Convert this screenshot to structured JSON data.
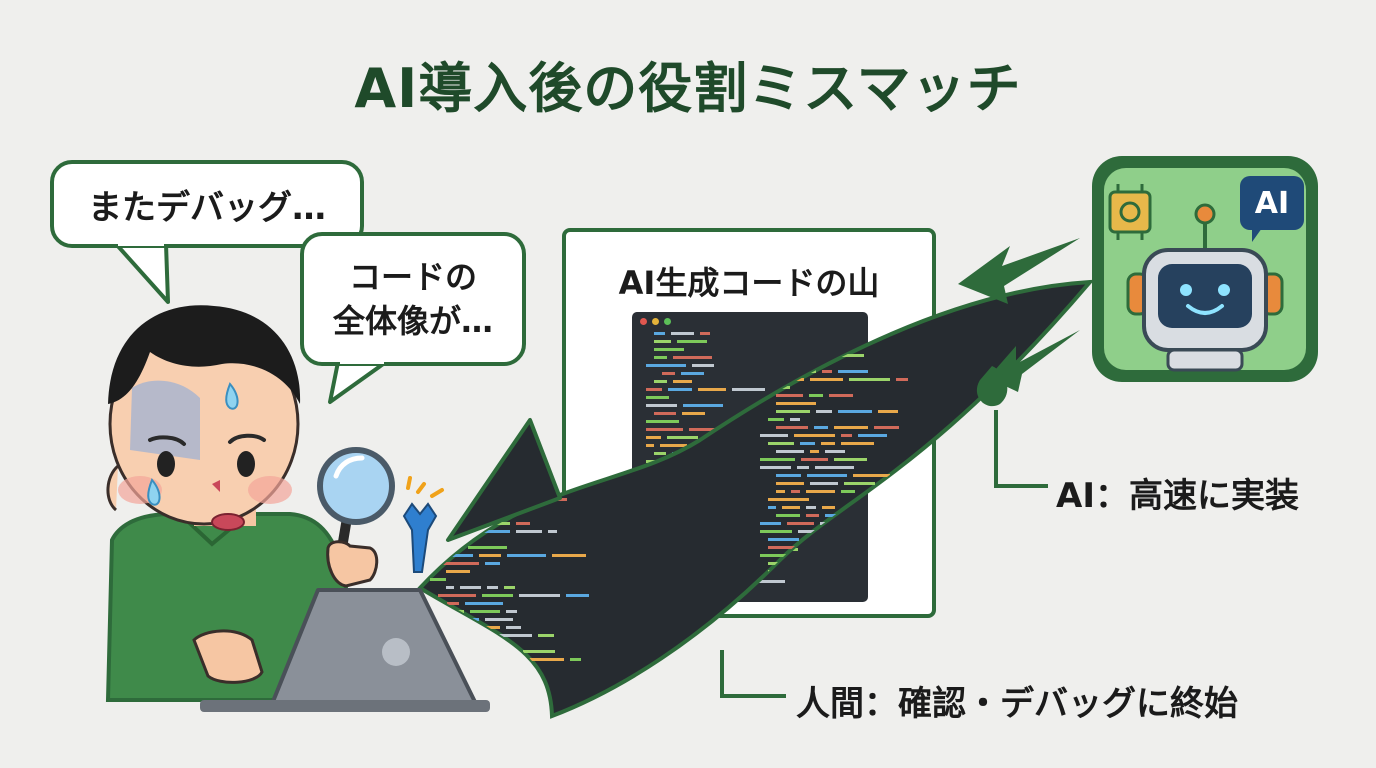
{
  "title": "AI導入後の役割ミスマッチ",
  "bubbles": {
    "first": "またデバッグ…",
    "second_line1": "コードの",
    "second_line2": "全体像が…"
  },
  "panel": {
    "title": "AI生成コードの山"
  },
  "labels": {
    "ai": "AI：高速に実装",
    "human": "人間：確認・デバッグに終始"
  },
  "icons": {
    "robot_badge": "AI",
    "person": "worried-person-icon",
    "magnifier": "magnifying-glass-icon",
    "laptop": "laptop-icon",
    "robot": "robot-icon",
    "chip": "chip-icon",
    "wrench": "wrench-icon"
  },
  "colors": {
    "primary_green": "#2e6b3b",
    "dark_green": "#1f4a2a",
    "light_green": "#8fcf8a",
    "code_bg": "#2a2f35",
    "background": "#efefed"
  }
}
